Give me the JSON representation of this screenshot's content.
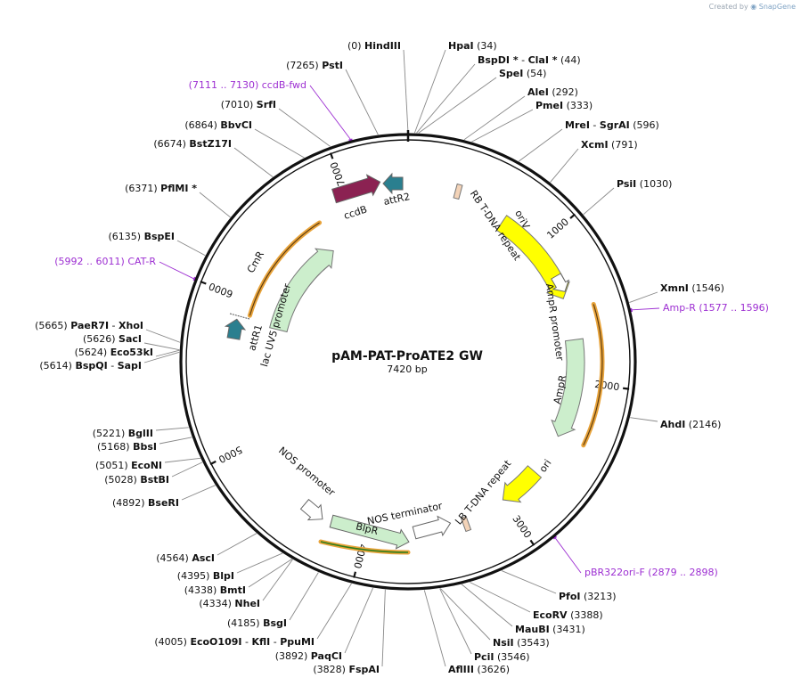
{
  "credit": {
    "prefix": "Created by",
    "brand": "SnapGene"
  },
  "plasmid": {
    "name": "pAM-PAT-ProATE2 GW",
    "length_label": "7420 bp",
    "length": 7420
  },
  "ticks": [
    "1000",
    "2000",
    "3000",
    "4000",
    "5000",
    "6000",
    "7000"
  ],
  "features": [
    {
      "id": "ccdB",
      "label": "ccdB",
      "color": "#8b2252"
    },
    {
      "id": "attR2",
      "label": "attR2",
      "color": "#2a7f8f"
    },
    {
      "id": "rb",
      "label": "RB T-DNA repeat",
      "color": "#f3d3b8"
    },
    {
      "id": "oriV",
      "label": "oriV",
      "color": "#ffff00"
    },
    {
      "id": "ampprom",
      "label": "AmpR promoter",
      "color": "#ffffff"
    },
    {
      "id": "ampr",
      "label": "AmpR",
      "color": "#cceecc"
    },
    {
      "id": "ori",
      "label": "ori",
      "color": "#ffff00"
    },
    {
      "id": "lb",
      "label": "LB T-DNA repeat",
      "color": "#f3d3b8"
    },
    {
      "id": "nosterm",
      "label": "NOS terminator",
      "color": "#ffffff"
    },
    {
      "id": "bipr",
      "label": "BlpR",
      "color": "#cceecc"
    },
    {
      "id": "nosprom",
      "label": "NOS promoter",
      "color": "#ffffff"
    },
    {
      "id": "attR1",
      "label": "attR1",
      "color": "#2a7f8f"
    },
    {
      "id": "lacuv5",
      "label": "lac UV5 promoter",
      "color": "#ffffff"
    },
    {
      "id": "cmr",
      "label": "CmR",
      "color": "#cceecc"
    }
  ],
  "sites_right": [
    {
      "name": "HpaI",
      "pos": "(34)"
    },
    {
      "name": "BspDI *",
      "sep": "-",
      "name2": "ClaI *",
      "pos": "(44)"
    },
    {
      "name": "SpeI",
      "pos": "(54)"
    },
    {
      "name": "AleI",
      "pos": "(292)"
    },
    {
      "name": "PmeI",
      "pos": "(333)"
    },
    {
      "name": "MreI",
      "sep": "-",
      "name2": "SgrAI",
      "pos": "(596)"
    },
    {
      "name": "XcmI",
      "pos": "(791)"
    },
    {
      "name": "PsiI",
      "pos": "(1030)"
    },
    {
      "name": "XmnI",
      "pos": "(1546)"
    },
    {
      "name": "AhdI",
      "pos": "(2146)"
    },
    {
      "name": "PfoI",
      "pos": "(3213)"
    },
    {
      "name": "EcoRV",
      "pos": "(3388)"
    },
    {
      "name": "MauBI",
      "pos": "(3431)"
    },
    {
      "name": "NsiI",
      "pos": "(3543)"
    },
    {
      "name": "PciI",
      "pos": "(3546)"
    },
    {
      "name": "AflIII",
      "pos": "(3626)"
    }
  ],
  "sites_left": [
    {
      "name": "HindIII",
      "pos": "(0)"
    },
    {
      "name": "PstI",
      "pos": "(7265)"
    },
    {
      "name": "SrfI",
      "pos": "(7010)"
    },
    {
      "name": "BbvCI",
      "pos": "(6864)"
    },
    {
      "name": "BstZ17I",
      "pos": "(6674)"
    },
    {
      "name": "PflMI *",
      "pos": "(6371)"
    },
    {
      "name": "BspEI",
      "pos": "(6135)"
    },
    {
      "name": "PaeR7I",
      "sep": "-",
      "name2": "XhoI",
      "pos": "(5665)"
    },
    {
      "name": "SacI",
      "pos": "(5626)"
    },
    {
      "name": "Eco53kI",
      "pos": "(5624)"
    },
    {
      "name": "BspQI",
      "sep": "-",
      "name2": "SapI",
      "pos": "(5614)"
    },
    {
      "name": "BglII",
      "pos": "(5221)"
    },
    {
      "name": "BbsI",
      "pos": "(5168)"
    },
    {
      "name": "EcoNI",
      "pos": "(5051)"
    },
    {
      "name": "BstBI",
      "pos": "(5028)"
    },
    {
      "name": "BseRI",
      "pos": "(4892)"
    },
    {
      "name": "AscI",
      "pos": "(4564)"
    },
    {
      "name": "BlpI",
      "pos": "(4395)"
    },
    {
      "name": "BmtI",
      "pos": "(4338)"
    },
    {
      "name": "NheI",
      "pos": "(4334)"
    },
    {
      "name": "BsgI",
      "pos": "(4185)"
    },
    {
      "name": "EcoO109I",
      "sep": "-",
      "name2": "KflI",
      "sep2": "-",
      "name3": "PpuMI",
      "pos": "(4005)"
    },
    {
      "name": "PaqCI",
      "pos": "(3892)"
    },
    {
      "name": "FspAI",
      "pos": "(3828)"
    }
  ],
  "primers": [
    {
      "name": "ccdB-fwd",
      "range": "(7111 .. 7130)"
    },
    {
      "name": "CAT-R",
      "range": "(5992 .. 6011)"
    },
    {
      "name": "Amp-R",
      "range": "(1577 .. 1596)"
    },
    {
      "name": "pBR322ori-F",
      "range": "(2879 .. 2898)"
    }
  ],
  "colors": {
    "primer": "#9d2fd2",
    "backbone": "#111111",
    "leader": "#888888",
    "primer_band": "#e8a33a"
  }
}
